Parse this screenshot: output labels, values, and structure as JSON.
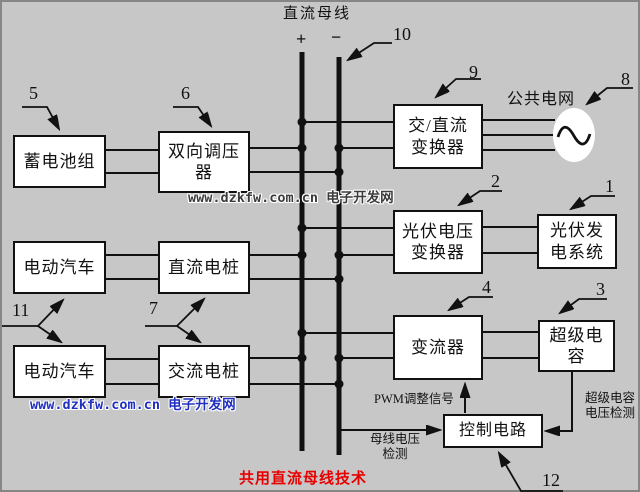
{
  "title": "直流母线",
  "bus": {
    "plus": "+",
    "minus": "−"
  },
  "boxes": {
    "battery": "蓄电池组",
    "regulator": "双向调压\n器",
    "ev1": "电动汽车",
    "dc_pile": "直流电桩",
    "ev2": "电动汽车",
    "ac_pile": "交流电桩",
    "acdc": "交/直流\n变换器",
    "pv_converter": "光伏电压\n变换器",
    "pv_system": "光伏发\n电系统",
    "converter": "变流器",
    "supercap": "超级电\n容",
    "control": "控制电路"
  },
  "callouts": {
    "n1": "1",
    "n2": "2",
    "n3": "3",
    "n4": "4",
    "n5": "5",
    "n6": "6",
    "n7": "7",
    "n8": "8",
    "n9": "9",
    "n10": "10",
    "n11": "11",
    "n12": "12"
  },
  "annotations": {
    "grid": "公共电网",
    "pwm": "PWM调整信号",
    "bus_detect": "母线电压\n检测",
    "sc_detect": "超级电容\n电压检测"
  },
  "watermark_center": "www.dzkfw.com.cn 电子开发网",
  "watermark_bottom": "www.dzkfw.com.cn 电子开发网",
  "caption": "共用直流母线技术",
  "colors": {
    "background": "#c6c7c6",
    "line": "#111111",
    "box_fill": "#ffffff",
    "caption_red": "#e80000",
    "watermark_blue": "#2230c0",
    "watermark_gray": "#3c3c3c"
  }
}
